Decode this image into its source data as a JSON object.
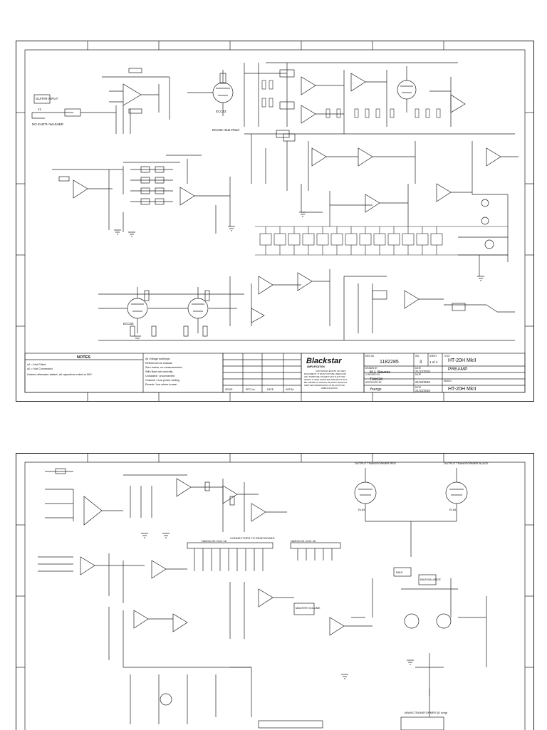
{
  "sheet1": {
    "labels": {
      "guitar_input": "GUITAR INPUT",
      "input_jack": "J1",
      "earth_note": "NO EARTH\nWASHER",
      "v1_tube": "ECC83",
      "heater_note": "ECC83\nHeat Fitted",
      "v3_tube": "ECC83"
    },
    "notes": {
      "title": "NOTES",
      "lines": [
        "a1 = Not Fitted",
        "a2 = Not Connected",
        "Unless otherwise stated, all capacitors rated at 50V"
      ],
      "remarks": [
        "All Voltage markings",
        "Referenced to chassis",
        "Zero mains, no measurements",
        "With Bass set centrally",
        "Unloaded / unconnected",
        "Channel 1 low power setting",
        "Reverb / low where known"
      ]
    },
    "title_block": {
      "rev_headers": [
        "ISSUE",
        "RFC No.",
        "DATE",
        "INITIAL"
      ],
      "brand": "Blackstar",
      "brand_sub": "AMPLIFICATION",
      "copyright": [
        "COPYRIGHT EXISTS ON THIS",
        "DOCUMENT. IT MUST NOT BE USED FOR",
        "ANY PURPOSE OTHER THAN THAT FOR",
        "WHICH IT WAS SUPPLIED AND MUST NOT",
        "BE COPIED IN WHOLE OR PART WITHOUT",
        "WRITTEN PERMISSION OF BLACKSTAR",
        "AMPLIFICATION"
      ],
      "drg_no_label": "DRG No.",
      "drg_no": "1182285",
      "iss_label": "ISS.",
      "iss": "3",
      "sheet_label": "SHEET",
      "sheet": "1 of 4",
      "title_label": "TITLE",
      "title": "HT-20H MkII",
      "subtitle": "PREAMP",
      "drawn_label": "DRAWN BY",
      "drawn_by": "M.J. Stevens",
      "checked_label": "CHECKED BY",
      "checked_by": "T.McGill",
      "approved_label": "APPROVED BY",
      "approved_by": "Youngs",
      "date_label": "DATE",
      "date1": "21/11/2018",
      "date2": "21/11/2018",
      "date3": "21/11/2018",
      "model_label": "MODEL",
      "model": "HT-20H MkII"
    }
  },
  "sheet2": {
    "labels": {
      "output_tx_red": "OUTPUT\nTRANSFORMER\nRED",
      "output_tx_black": "OUTPUT\nTRANSFORMER\nBLACK",
      "el84_left": "EL84",
      "el84_right": "EL84",
      "connectors": "CONNECTORS TO REAR BOARD",
      "conn_left": "NANOLOK 2x12 18",
      "conn_right": "NANOLOK 2x10 18",
      "master_volume": "MASTER\nVOLUME",
      "mains_tx": "MAINS\nTRANSFORMER\n(D Amp)",
      "bias": "BIAS",
      "bias_balance": "BIAS\nBALANCE"
    }
  }
}
